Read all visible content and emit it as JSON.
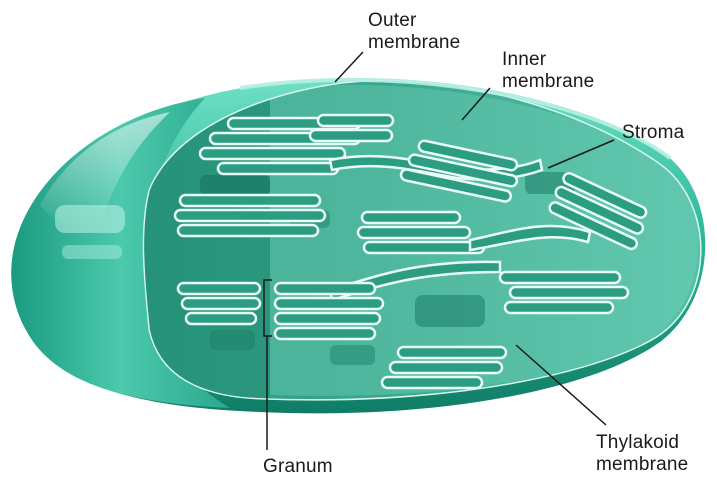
{
  "labels": {
    "outer_membrane": [
      "Outer",
      "membrane"
    ],
    "inner_membrane": [
      "Inner",
      "membrane"
    ],
    "stroma": "Stroma",
    "granum": "Granum",
    "thylakoid_membrane": [
      "Thylakoid",
      "membrane"
    ]
  },
  "colors": {
    "body_light": "#5fd3bb",
    "body_mid": "#2fb99b",
    "body_dark": "#13876f",
    "inner_face": "#3fa891",
    "stroma_fill": "#5cc6ad",
    "thylakoid_fill": "#2c9c82",
    "thylakoid_edge": "#e9fbf6",
    "leader_line": "#1a1a1a"
  }
}
